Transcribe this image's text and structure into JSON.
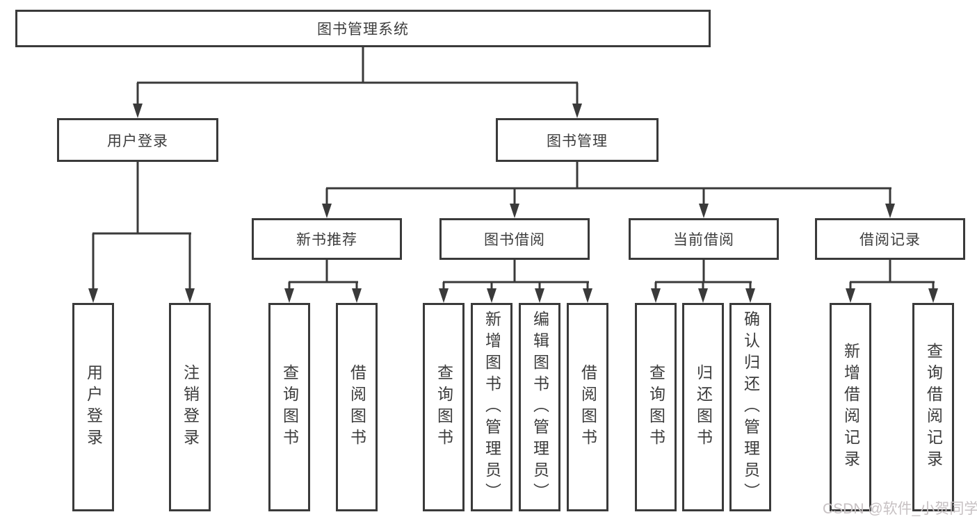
{
  "colors": {
    "line": "#3a3a3a",
    "text": "#3c3c3c",
    "watermark": "#c7c1c3",
    "background": "#ffffff"
  },
  "watermark": {
    "text": "CSDN @软件_小贺同学"
  },
  "tree": {
    "root": {
      "label": "图书管理系统",
      "children": [
        {
          "label": "用户登录",
          "children": [
            {
              "label": "用户登录"
            },
            {
              "label": "注销登录"
            }
          ]
        },
        {
          "label": "图书管理",
          "children": [
            {
              "label": "新书推荐",
              "children": [
                {
                  "label": "查询图书"
                },
                {
                  "label": "借阅图书"
                }
              ]
            },
            {
              "label": "图书借阅",
              "children": [
                {
                  "label": "查询图书"
                },
                {
                  "label": "新增图书（管理员）"
                },
                {
                  "label": "编辑图书（管理员）"
                },
                {
                  "label": "借阅图书"
                }
              ]
            },
            {
              "label": "当前借阅",
              "children": [
                {
                  "label": "查询图书"
                },
                {
                  "label": "归还图书"
                },
                {
                  "label": "确认归还（管理员）"
                }
              ]
            },
            {
              "label": "借阅记录",
              "children": [
                {
                  "label": "新增借阅记录"
                },
                {
                  "label": "查询借阅记录"
                }
              ]
            }
          ]
        }
      ]
    }
  }
}
